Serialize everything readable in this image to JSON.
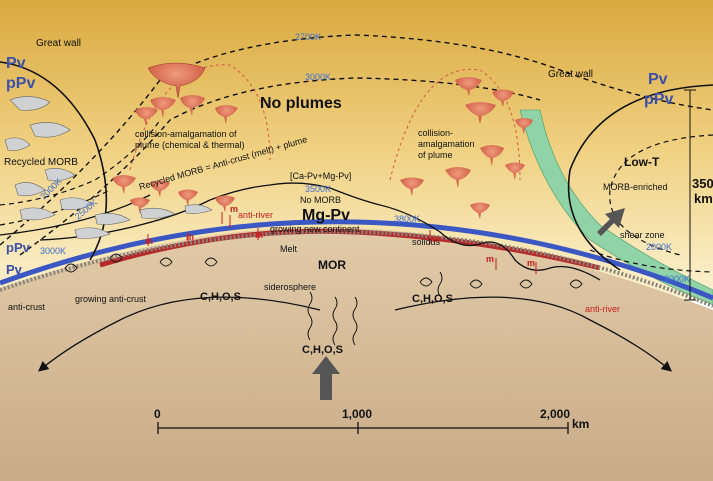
{
  "labels": {
    "pv_left": "Pv",
    "ppv_left": "pPv",
    "pv_right": "Pv",
    "ppv_right": "pPv",
    "great_wall_left": "Great wall",
    "great_wall_right": "Great wall",
    "iso_2700": "2700K",
    "iso_3000_top": "3000K",
    "iso_3500": "3500K",
    "iso_3800": "3800K",
    "iso_2000_left": "2000K",
    "iso_2500_left": "2500K",
    "iso_3000_left": "3000K",
    "iso_2000_right": "2000K",
    "iso_3000_right": "3000K",
    "no_plumes": "No plumes",
    "collision_left_1": "collision-amalgamation of",
    "collision_left_2": "plume (chemical & thermal)",
    "collision_right_1": "collision-",
    "collision_right_2": "amalgamation",
    "collision_right_3": "of plume",
    "recycled_morb_left": "Recycled MORB",
    "recycled_morb_eq": "Recycled MORB = Anti-crust (melt) + plume",
    "ca_mg_pv": "[Ca-Pv+Mg-Pv]",
    "no_morb": "No MORB",
    "mg_pv": "Mg-Pv",
    "anti_river_top": "anti-river",
    "growing_new_continent": "growing new continent",
    "melt": "Melt",
    "solidus": "solidus",
    "mor": "MOR",
    "siderosphere": "siderosphere",
    "chos_center": "C,H,O,S",
    "chos_right": "C,H,O,S",
    "chos_left": "C,H,O,S",
    "anti_crust": "anti-crust",
    "growing_anti_crust": "growing anti-crust",
    "anti_river_bottom": "anti-river",
    "low_t": "Low-T",
    "morb_enriched": "MORB-enriched",
    "shear_zone": "shear zone",
    "m": "m",
    "scale_350": "350",
    "scale_km": "km"
  },
  "scale_bar": {
    "ticks": [
      "0",
      "1,000",
      "2,000"
    ],
    "unit": "km"
  },
  "colors": {
    "sky_top": "#dcae45",
    "sky_mid": "#f2d58a",
    "sky_low": "#fbefc7",
    "core": "#d8bfa0",
    "plume": "#d2654b",
    "blue_layer": "#3a57c4",
    "red_layer": "#b52a2a",
    "green_slab": "#8fd3a7",
    "iso_text": "#3f6fd0"
  }
}
